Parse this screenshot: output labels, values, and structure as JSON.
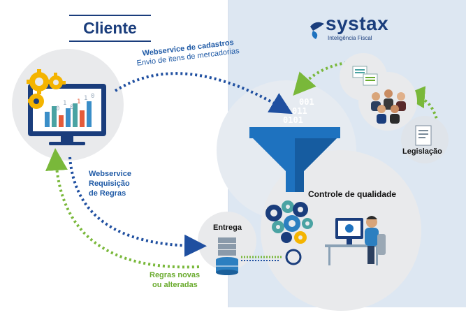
{
  "client_title": "Cliente",
  "brand": {
    "name": "systax",
    "tagline": "Inteligência Fiscal"
  },
  "arrows": {
    "top_line1": "Webservice de cadastros",
    "top_line2": "Envio de itens de mercadorias",
    "left_line1": "Webservice",
    "left_line2": "Requisição",
    "left_line3": "de Regras",
    "bottom_line1": "Regras novas",
    "bottom_line2": "ou alteradas"
  },
  "nodes": {
    "legislacao": "Legislação",
    "controle": "Controle de qualidade",
    "entrega": "Entrega"
  },
  "binary": [
    "001",
    "011",
    "0101"
  ],
  "chart_digits": [
    "0",
    "1",
    "0",
    "1",
    "1",
    "0"
  ],
  "colors": {
    "left_bg": "#ffffff",
    "right_bg": "#dde7f2",
    "navy": "#1a3d7c",
    "blue_arrow": "#1f4fa0",
    "green_arrow": "#79b83a",
    "funnel": "#1e72bf",
    "circle": "#e9eaec"
  }
}
